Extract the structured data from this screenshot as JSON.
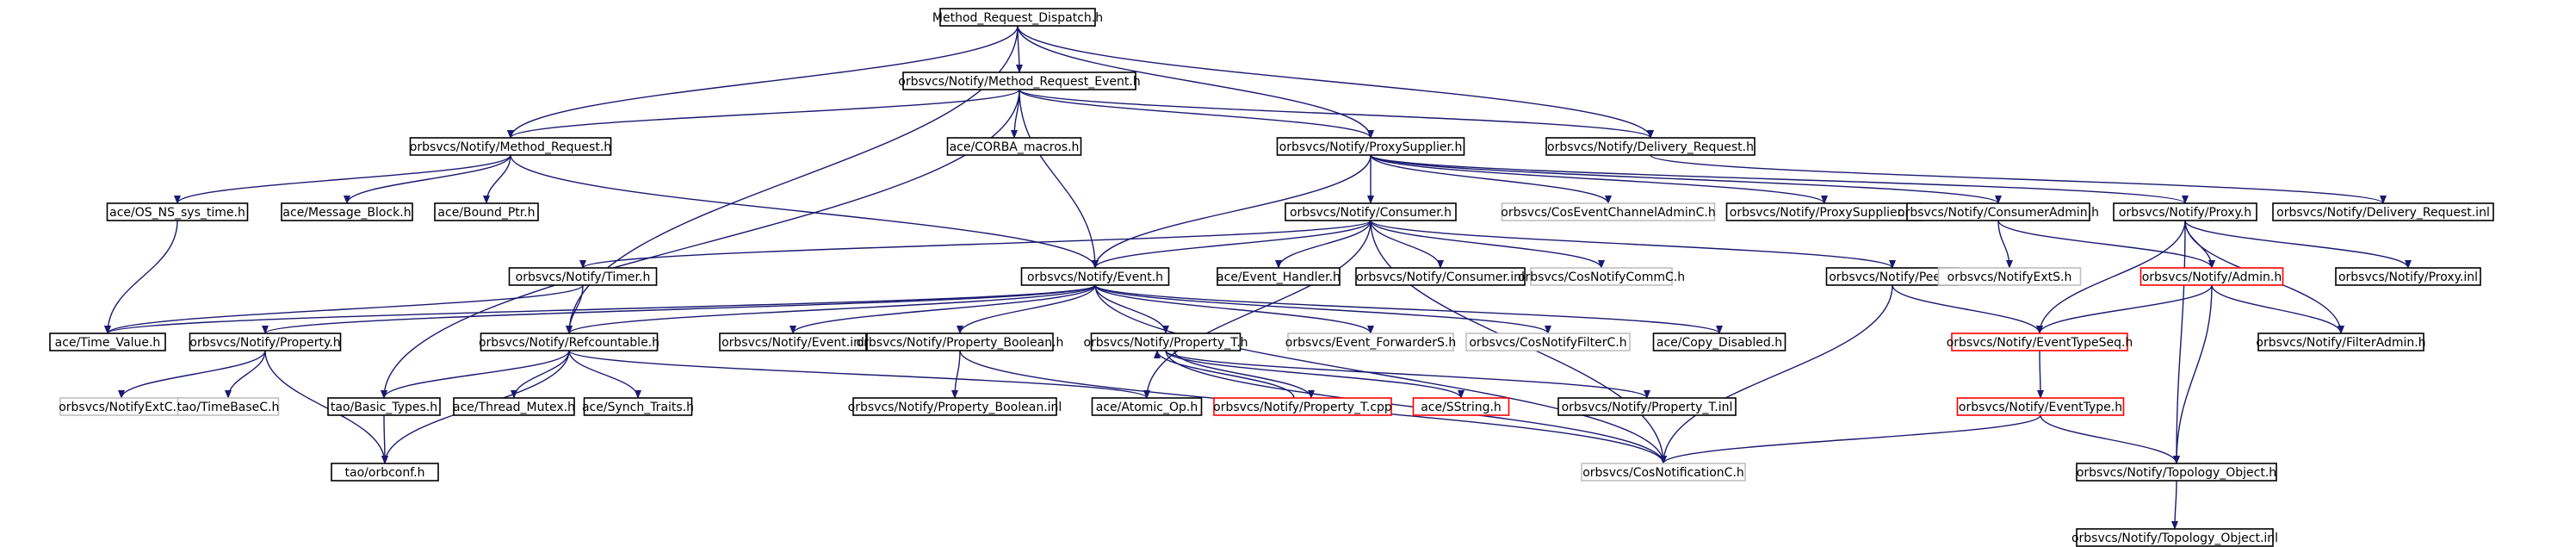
{
  "colors": {
    "edge": "#191970",
    "node_border": "#000000",
    "node_root_fill": "#bfbfbf",
    "node_missing_border": "#bfbfbf",
    "node_truncated_border": "#ff0000"
  },
  "nodes": [
    {
      "id": "n0",
      "label": "Method_Request_Dispatch.h",
      "style": "root"
    },
    {
      "id": "n1",
      "label": "orbsvcs/Notify/Method_Request_Event.h",
      "style": "normal"
    },
    {
      "id": "n2",
      "label": "orbsvcs/Notify/Method_Request.h",
      "style": "normal"
    },
    {
      "id": "n3",
      "label": "ace/CORBA_macros.h",
      "style": "normal"
    },
    {
      "id": "n4",
      "label": "orbsvcs/Notify/ProxySupplier.h",
      "style": "normal"
    },
    {
      "id": "n5",
      "label": "orbsvcs/Notify/Delivery_Request.h",
      "style": "normal"
    },
    {
      "id": "n6",
      "label": "ace/OS_NS_sys_time.h",
      "style": "normal"
    },
    {
      "id": "n7",
      "label": "ace/Message_Block.h",
      "style": "normal"
    },
    {
      "id": "n8",
      "label": "ace/Bound_Ptr.h",
      "style": "normal"
    },
    {
      "id": "n9",
      "label": "orbsvcs/Notify/Consumer.h",
      "style": "normal"
    },
    {
      "id": "n10",
      "label": "orbsvcs/CosEventChannelAdminC.h",
      "style": "missing"
    },
    {
      "id": "n11",
      "label": "orbsvcs/Notify/ProxySupplier.inl",
      "style": "normal"
    },
    {
      "id": "n12",
      "label": "orbsvcs/Notify/ConsumerAdmin.h",
      "style": "normal"
    },
    {
      "id": "n13",
      "label": "orbsvcs/Notify/Proxy.h",
      "style": "normal"
    },
    {
      "id": "n14",
      "label": "orbsvcs/Notify/Delivery_Request.inl",
      "style": "normal"
    },
    {
      "id": "n15",
      "label": "orbsvcs/Notify/Timer.h",
      "style": "normal"
    },
    {
      "id": "n16",
      "label": "orbsvcs/Notify/Event.h",
      "style": "normal"
    },
    {
      "id": "n17",
      "label": "ace/Event_Handler.h",
      "style": "normal"
    },
    {
      "id": "n18",
      "label": "orbsvcs/Notify/Consumer.inl",
      "style": "normal"
    },
    {
      "id": "n19",
      "label": "orbsvcs/CosNotifyCommC.h",
      "style": "missing"
    },
    {
      "id": "n20",
      "label": "orbsvcs/Notify/Peer.h",
      "style": "normal"
    },
    {
      "id": "n21",
      "label": "orbsvcs/NotifyExtS.h",
      "style": "missing"
    },
    {
      "id": "n22",
      "label": "orbsvcs/Notify/Admin.h",
      "style": "truncated"
    },
    {
      "id": "n23",
      "label": "orbsvcs/Notify/Proxy.inl",
      "style": "normal"
    },
    {
      "id": "n24",
      "label": "ace/Time_Value.h",
      "style": "normal"
    },
    {
      "id": "n25",
      "label": "orbsvcs/Notify/Property.h",
      "style": "normal"
    },
    {
      "id": "n26",
      "label": "orbsvcs/Notify/Refcountable.h",
      "style": "normal"
    },
    {
      "id": "n27",
      "label": "orbsvcs/Notify/Event.inl",
      "style": "normal"
    },
    {
      "id": "n28",
      "label": "orbsvcs/Notify/Property_Boolean.h",
      "style": "normal"
    },
    {
      "id": "n29",
      "label": "orbsvcs/Notify/Property_T.h",
      "style": "normal"
    },
    {
      "id": "n30",
      "label": "orbsvcs/Event_ForwarderS.h",
      "style": "missing"
    },
    {
      "id": "n31",
      "label": "orbsvcs/CosNotifyFilterC.h",
      "style": "missing"
    },
    {
      "id": "n32",
      "label": "ace/Copy_Disabled.h",
      "style": "normal"
    },
    {
      "id": "n33",
      "label": "orbsvcs/Notify/EventTypeSeq.h",
      "style": "truncated"
    },
    {
      "id": "n34",
      "label": "orbsvcs/Notify/FilterAdmin.h",
      "style": "normal"
    },
    {
      "id": "n35",
      "label": "orbsvcs/NotifyExtC.h",
      "style": "missing"
    },
    {
      "id": "n36",
      "label": "tao/TimeBaseC.h",
      "style": "missing"
    },
    {
      "id": "n37",
      "label": "tao/Basic_Types.h",
      "style": "normal"
    },
    {
      "id": "n38",
      "label": "ace/Thread_Mutex.h",
      "style": "normal"
    },
    {
      "id": "n39",
      "label": "ace/Synch_Traits.h",
      "style": "normal"
    },
    {
      "id": "n40",
      "label": "orbsvcs/Notify/Property_Boolean.inl",
      "style": "normal"
    },
    {
      "id": "n41",
      "label": "ace/Atomic_Op.h",
      "style": "normal"
    },
    {
      "id": "n42",
      "label": "orbsvcs/Notify/Property_T.cpp",
      "style": "truncated"
    },
    {
      "id": "n43",
      "label": "ace/SString.h",
      "style": "truncated"
    },
    {
      "id": "n44",
      "label": "orbsvcs/Notify/Property_T.inl",
      "style": "normal"
    },
    {
      "id": "n45",
      "label": "orbsvcs/Notify/EventType.h",
      "style": "truncated"
    },
    {
      "id": "n46",
      "label": "tao/orbconf.h",
      "style": "normal"
    },
    {
      "id": "n47",
      "label": "orbsvcs/CosNotificationC.h",
      "style": "missing"
    },
    {
      "id": "n48",
      "label": "orbsvcs/Notify/Topology_Object.h",
      "style": "normal"
    },
    {
      "id": "n49",
      "label": "orbsvcs/Notify/Topology_Object.inl",
      "style": "normal"
    }
  ],
  "edges": [
    [
      "n0",
      "n1"
    ],
    [
      "n0",
      "n2"
    ],
    [
      "n0",
      "n4"
    ],
    [
      "n0",
      "n5"
    ],
    [
      "n0",
      "n26"
    ],
    [
      "n1",
      "n2"
    ],
    [
      "n1",
      "n3"
    ],
    [
      "n1",
      "n4"
    ],
    [
      "n1",
      "n5"
    ],
    [
      "n1",
      "n16"
    ],
    [
      "n1",
      "n37"
    ],
    [
      "n2",
      "n6"
    ],
    [
      "n2",
      "n7"
    ],
    [
      "n2",
      "n8"
    ],
    [
      "n2",
      "n16"
    ],
    [
      "n4",
      "n9"
    ],
    [
      "n4",
      "n10"
    ],
    [
      "n4",
      "n11"
    ],
    [
      "n4",
      "n12"
    ],
    [
      "n4",
      "n13"
    ],
    [
      "n4",
      "n16"
    ],
    [
      "n5",
      "n14"
    ],
    [
      "n6",
      "n24"
    ],
    [
      "n9",
      "n15"
    ],
    [
      "n9",
      "n16"
    ],
    [
      "n9",
      "n17"
    ],
    [
      "n9",
      "n18"
    ],
    [
      "n9",
      "n19"
    ],
    [
      "n9",
      "n20"
    ],
    [
      "n9",
      "n41"
    ],
    [
      "n9",
      "n47"
    ],
    [
      "n12",
      "n21"
    ],
    [
      "n12",
      "n22"
    ],
    [
      "n13",
      "n22"
    ],
    [
      "n13",
      "n23"
    ],
    [
      "n13",
      "n33"
    ],
    [
      "n13",
      "n34"
    ],
    [
      "n13",
      "n48"
    ],
    [
      "n15",
      "n24"
    ],
    [
      "n15",
      "n26"
    ],
    [
      "n16",
      "n24"
    ],
    [
      "n16",
      "n25"
    ],
    [
      "n16",
      "n26"
    ],
    [
      "n16",
      "n27"
    ],
    [
      "n16",
      "n28"
    ],
    [
      "n16",
      "n29"
    ],
    [
      "n16",
      "n30"
    ],
    [
      "n16",
      "n31"
    ],
    [
      "n16",
      "n32"
    ],
    [
      "n16",
      "n47"
    ],
    [
      "n20",
      "n33"
    ],
    [
      "n20",
      "n47"
    ],
    [
      "n22",
      "n33"
    ],
    [
      "n22",
      "n34"
    ],
    [
      "n22",
      "n48"
    ],
    [
      "n25",
      "n35"
    ],
    [
      "n25",
      "n36"
    ],
    [
      "n25",
      "n46"
    ],
    [
      "n26",
      "n37"
    ],
    [
      "n26",
      "n38"
    ],
    [
      "n26",
      "n39"
    ],
    [
      "n26",
      "n41"
    ],
    [
      "n26",
      "n46"
    ],
    [
      "n28",
      "n40"
    ],
    [
      "n28",
      "n47"
    ],
    [
      "n29",
      "n42"
    ],
    [
      "n29",
      "n43"
    ],
    [
      "n29",
      "n44"
    ],
    [
      "n29",
      "n47"
    ],
    [
      "n42",
      "n29"
    ],
    [
      "n33",
      "n45"
    ],
    [
      "n45",
      "n47"
    ],
    [
      "n45",
      "n48"
    ],
    [
      "n37",
      "n46"
    ],
    [
      "n48",
      "n49"
    ]
  ]
}
